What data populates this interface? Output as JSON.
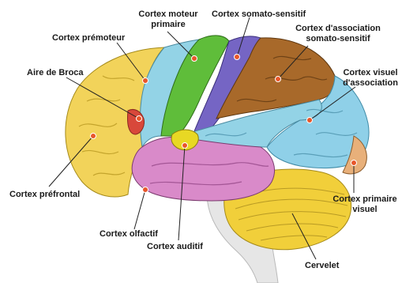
{
  "labels": {
    "cortex_moteur_primaire": {
      "line1": "Cortex moteur",
      "line2": "primaire"
    },
    "cortex_somato_sensitif": "Cortex somato-sensitif",
    "cortex_association_somato": {
      "line1": "Cortex d'association",
      "line2": "somato-sensitif"
    },
    "cortex_premoteur": "Cortex prémoteur",
    "aire_de_broca": "Aire de Broca",
    "cortex_visuel_association": {
      "line1": "Cortex visuel",
      "line2": "d'association"
    },
    "cortex_prefrontal": "Cortex préfrontal",
    "cortex_primaire_visuel": {
      "line1": "Cortex primaire",
      "line2": "visuel"
    },
    "cortex_olfactif": "Cortex olfactif",
    "cortex_auditif": "Cortex auditif",
    "cervelet": "Cervelet"
  },
  "region_colors": {
    "prefrontal": "#f2d35a",
    "premotor": "#93d3e6",
    "motor": "#5fbd3a",
    "somatosensory": "#7565c4",
    "somatosensory_association": "#a8692a",
    "visual_association": "#8fd0e8",
    "primary_visual": "#e8b07a",
    "temporal": "#d98ac9",
    "auditory": "#e8d824",
    "broca": "#d8483a",
    "cerebellum": "#f1cf3a",
    "brainstem": "#e8e8e8",
    "marker": "#e8562a"
  }
}
